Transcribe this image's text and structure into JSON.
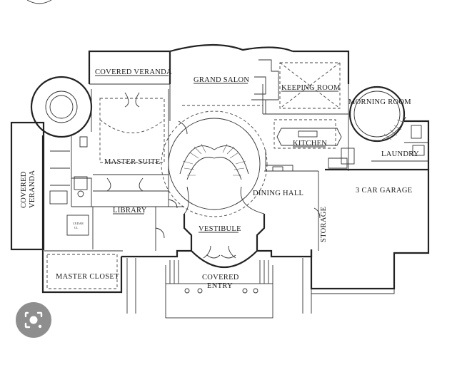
{
  "plan": {
    "rooms": {
      "covered_veranda_top": "COVERED VERANDA",
      "grand_salon": "GRAND SALON",
      "keeping_room": "KEEPING ROOM",
      "morning_room": "MORNING ROOM",
      "kitchen": "KITCHEN",
      "laundry": "LAUNDRY",
      "master_suite": "MASTER SUITE",
      "covered_veranda_side_line1": "COVERED",
      "covered_veranda_side_line2": "VERANDA",
      "dining_hall": "DINING HALL",
      "car_garage": "3 CAR GARAGE",
      "library": "LIBRARY",
      "vestibule": "VESTIBULE",
      "storage": "STORAGE",
      "master_closet": "MASTER CLOSET",
      "covered_entry_line1": "COVERED",
      "covered_entry_line2": "ENTRY",
      "cedar_closet_line1": "CEDAR",
      "cedar_closet_line2": "CL"
    }
  },
  "overlay": {
    "lens_button": "lens-icon"
  },
  "colors": {
    "line": "#222222",
    "background": "#ffffff",
    "lens_button_bg": "#8e8e8e"
  }
}
